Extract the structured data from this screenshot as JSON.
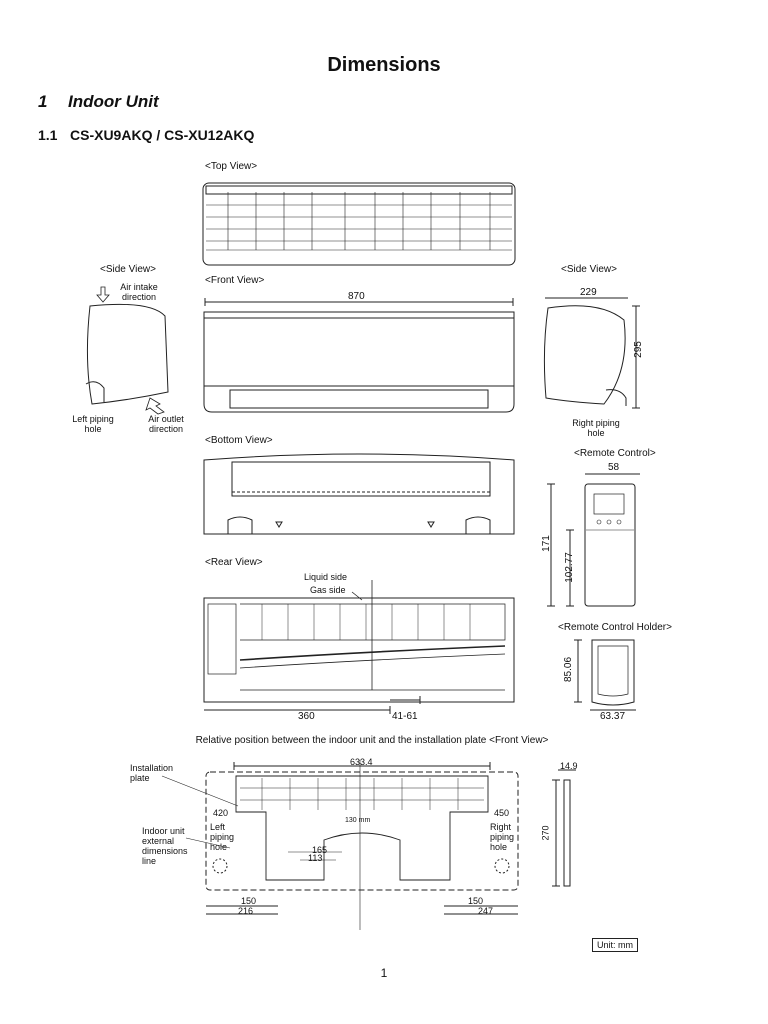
{
  "page": {
    "title": "Dimensions",
    "section": {
      "number": "1",
      "title": "Indoor Unit"
    },
    "subsection": {
      "number": "1.1",
      "title": "CS-XU9AKQ / CS-XU12AKQ"
    },
    "page_number": "1",
    "unit_note": "Unit: mm"
  },
  "views": {
    "top": "<Top View>",
    "side_left": "<Side View>",
    "side_right": "<Side View>",
    "front": "<Front View>",
    "bottom": "<Bottom View>",
    "rear": "<Rear View>",
    "remote": "<Remote Control>",
    "remote_holder": "<Remote Control Holder>"
  },
  "labels": {
    "air_intake": "Air intake direction",
    "air_outlet": "Air outlet direction",
    "left_piping": "Left piping hole",
    "right_piping": "Right piping hole",
    "liquid_side": "Liquid side",
    "gas_side": "Gas side",
    "relative_position": "Relative position between the indoor unit and the installation plate <Front View>",
    "installation_plate": "Installation plate",
    "external_line": "Indoor unit external dimensions line",
    "plate_left_hole": "Left piping hole",
    "plate_right_hole": "Right piping hole"
  },
  "dimensions": {
    "front_width": "870",
    "side_depth": "229",
    "side_height": "295",
    "remote_width": "58",
    "remote_height": "171",
    "remote_inner": "102.77",
    "holder_height": "85.06",
    "holder_width": "63.37",
    "rear_360": "360",
    "rear_41_61": "41-61",
    "plate_width": "633.4",
    "plate_thickness": "14.9",
    "plate_height": "270",
    "plate_420": "420",
    "plate_450": "450",
    "plate_130": "130 mm",
    "plate_165": "165",
    "plate_113": "113",
    "plate_150_left": "150",
    "plate_216": "216",
    "plate_150_right": "150",
    "plate_247": "247"
  }
}
